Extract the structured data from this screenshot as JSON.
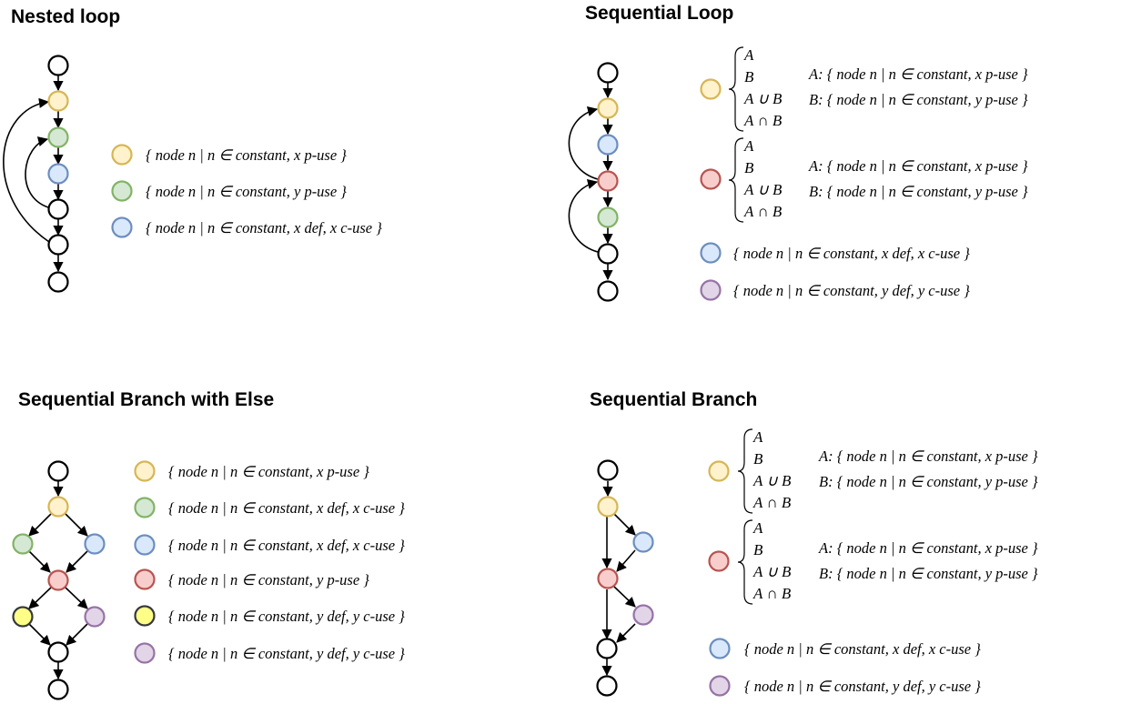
{
  "palette": {
    "white": {
      "fill": "#ffffff",
      "stroke": "#000000"
    },
    "yellow": {
      "fill": "#fff2cc",
      "stroke": "#d6b656"
    },
    "green": {
      "fill": "#d5e8d4",
      "stroke": "#82b366"
    },
    "blue": {
      "fill": "#dae8fc",
      "stroke": "#6c8ebf"
    },
    "red": {
      "fill": "#f8cecc",
      "stroke": "#b85450"
    },
    "purple": {
      "fill": "#e1d5e7",
      "stroke": "#9673a6"
    },
    "brightyellow": {
      "fill": "#ffff88",
      "stroke": "#36393d"
    }
  },
  "panels": {
    "nested": {
      "title": "Nested loop",
      "legend": [
        {
          "color": "yellow",
          "text": "{ node n | n ∈ constant, x p-use }"
        },
        {
          "color": "green",
          "text": "{ node n | n ∈ constant, y p-use }"
        },
        {
          "color": "blue",
          "text": "{ node n | n ∈ constant, x def, x c-use }"
        }
      ]
    },
    "seqloop": {
      "title": "Sequential Loop",
      "groups": [
        {
          "color": "yellow",
          "cases": [
            "A",
            "B",
            "A ∪ B",
            "A ∩ B"
          ],
          "defs": [
            "A: { node n | n ∈ constant, x p-use }",
            "B: { node n | n ∈ constant, y p-use }"
          ]
        },
        {
          "color": "red",
          "cases": [
            "A",
            "B",
            "A ∪ B",
            "A ∩ B"
          ],
          "defs": [
            "A: { node n | n ∈ constant, x p-use }",
            "B: { node n | n ∈ constant, y p-use }"
          ]
        }
      ],
      "legend": [
        {
          "color": "blue",
          "text": "{ node n | n ∈ constant, x def, x c-use }"
        },
        {
          "color": "purple",
          "text": "{ node n | n ∈ constant, y def, y c-use }"
        }
      ]
    },
    "seqbranchelse": {
      "title": "Sequential Branch with Else",
      "legend": [
        {
          "color": "yellow",
          "text": "{ node n | n ∈ constant, x p-use }"
        },
        {
          "color": "green",
          "text": "{ node n | n ∈ constant, x def, x c-use }"
        },
        {
          "color": "blue",
          "text": "{ node n | n ∈ constant, x def, x c-use }"
        },
        {
          "color": "red",
          "text": "{ node n | n ∈ constant, y p-use }"
        },
        {
          "color": "brightyellow",
          "text": "{ node n | n ∈ constant, y def, y c-use }"
        },
        {
          "color": "purple",
          "text": "{ node n | n ∈ constant, y def, y c-use }"
        }
      ]
    },
    "seqbranch": {
      "title": "Sequential Branch",
      "groups": [
        {
          "color": "yellow",
          "cases": [
            "A",
            "B",
            "A ∪ B",
            "A ∩ B"
          ],
          "defs": [
            "A: { node n | n ∈ constant, x p-use }",
            "B: { node n | n ∈ constant, y p-use }"
          ]
        },
        {
          "color": "red",
          "cases": [
            "A",
            "B",
            "A ∪ B",
            "A ∩ B"
          ],
          "defs": [
            "A: { node n | n ∈ constant, x p-use }",
            "B: { node n | n ∈ constant, y p-use }"
          ]
        }
      ],
      "legend": [
        {
          "color": "blue",
          "text": "{ node n | n ∈ constant, x def, x c-use }"
        },
        {
          "color": "purple",
          "text": "{ node n | n ∈ constant, y def, y c-use }"
        }
      ]
    }
  }
}
